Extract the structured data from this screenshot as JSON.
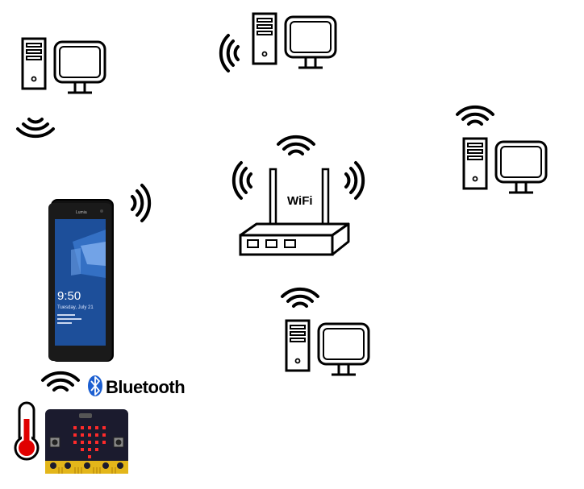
{
  "router": {
    "label": "WiFi"
  },
  "bluetooth": {
    "label": "Bluetooth"
  },
  "phone": {
    "time": "9:50",
    "date": "Tuesday, July 21",
    "brand": "Lumia"
  },
  "colors": {
    "stroke": "#000000",
    "thermometer_red": "#e00000",
    "microbit_board": "#1b1b2e",
    "microbit_gold": "#e3b61a",
    "microbit_led": "#ff2a2a",
    "phone_screen": "#1d4f9a",
    "bluetooth_blue": "#1c5fd1"
  },
  "icons": [
    "desktop-computer-icon",
    "wifi-signal-icon",
    "wifi-router-icon",
    "smartphone-icon",
    "bluetooth-icon",
    "thermometer-icon",
    "microbit-board-icon"
  ]
}
